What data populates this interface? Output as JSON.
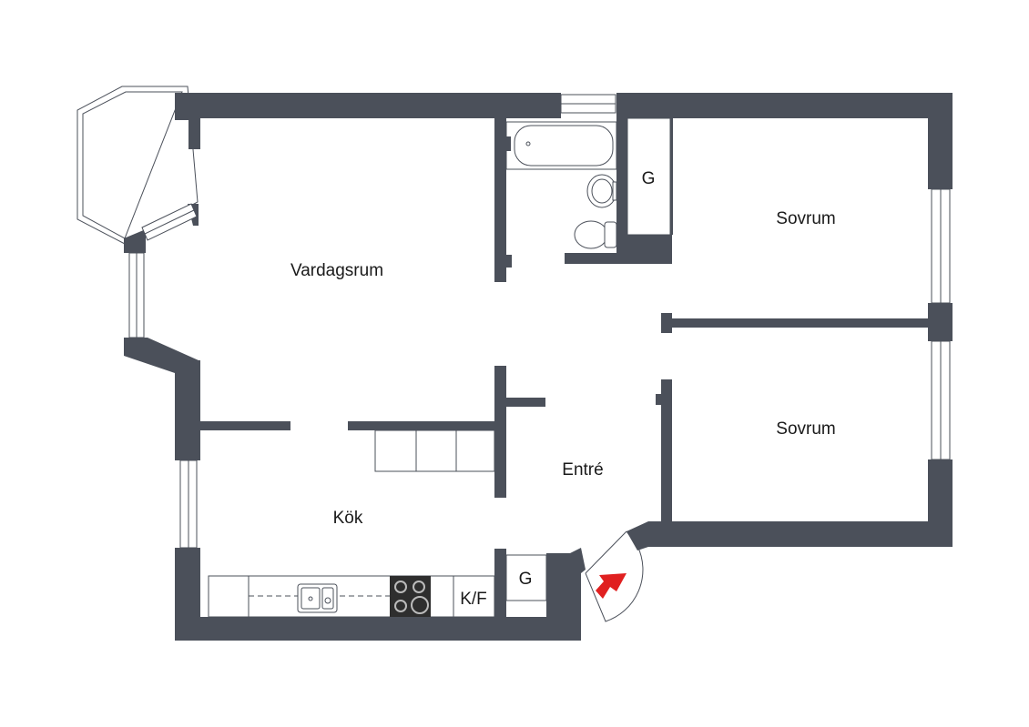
{
  "rooms": {
    "vardagsrum": "Vardagsrum",
    "sovrum_1": "Sovrum",
    "sovrum_2": "Sovrum",
    "entre": "Entré",
    "kok": "Kök",
    "garderob_1": "G",
    "garderob_2": "G",
    "kyl_frys": "K/F"
  },
  "colors": {
    "wall": "#4b505a",
    "entrance_arrow": "#e02020",
    "stove_top": "#2e2e2e"
  },
  "icons": {
    "entrance": "entrance-arrow-icon",
    "bathtub": "bathtub-icon",
    "sink": "sink-icon",
    "toilet": "toilet-icon",
    "kitchen_sink": "kitchen-sink-icon",
    "stove": "stove-icon"
  }
}
